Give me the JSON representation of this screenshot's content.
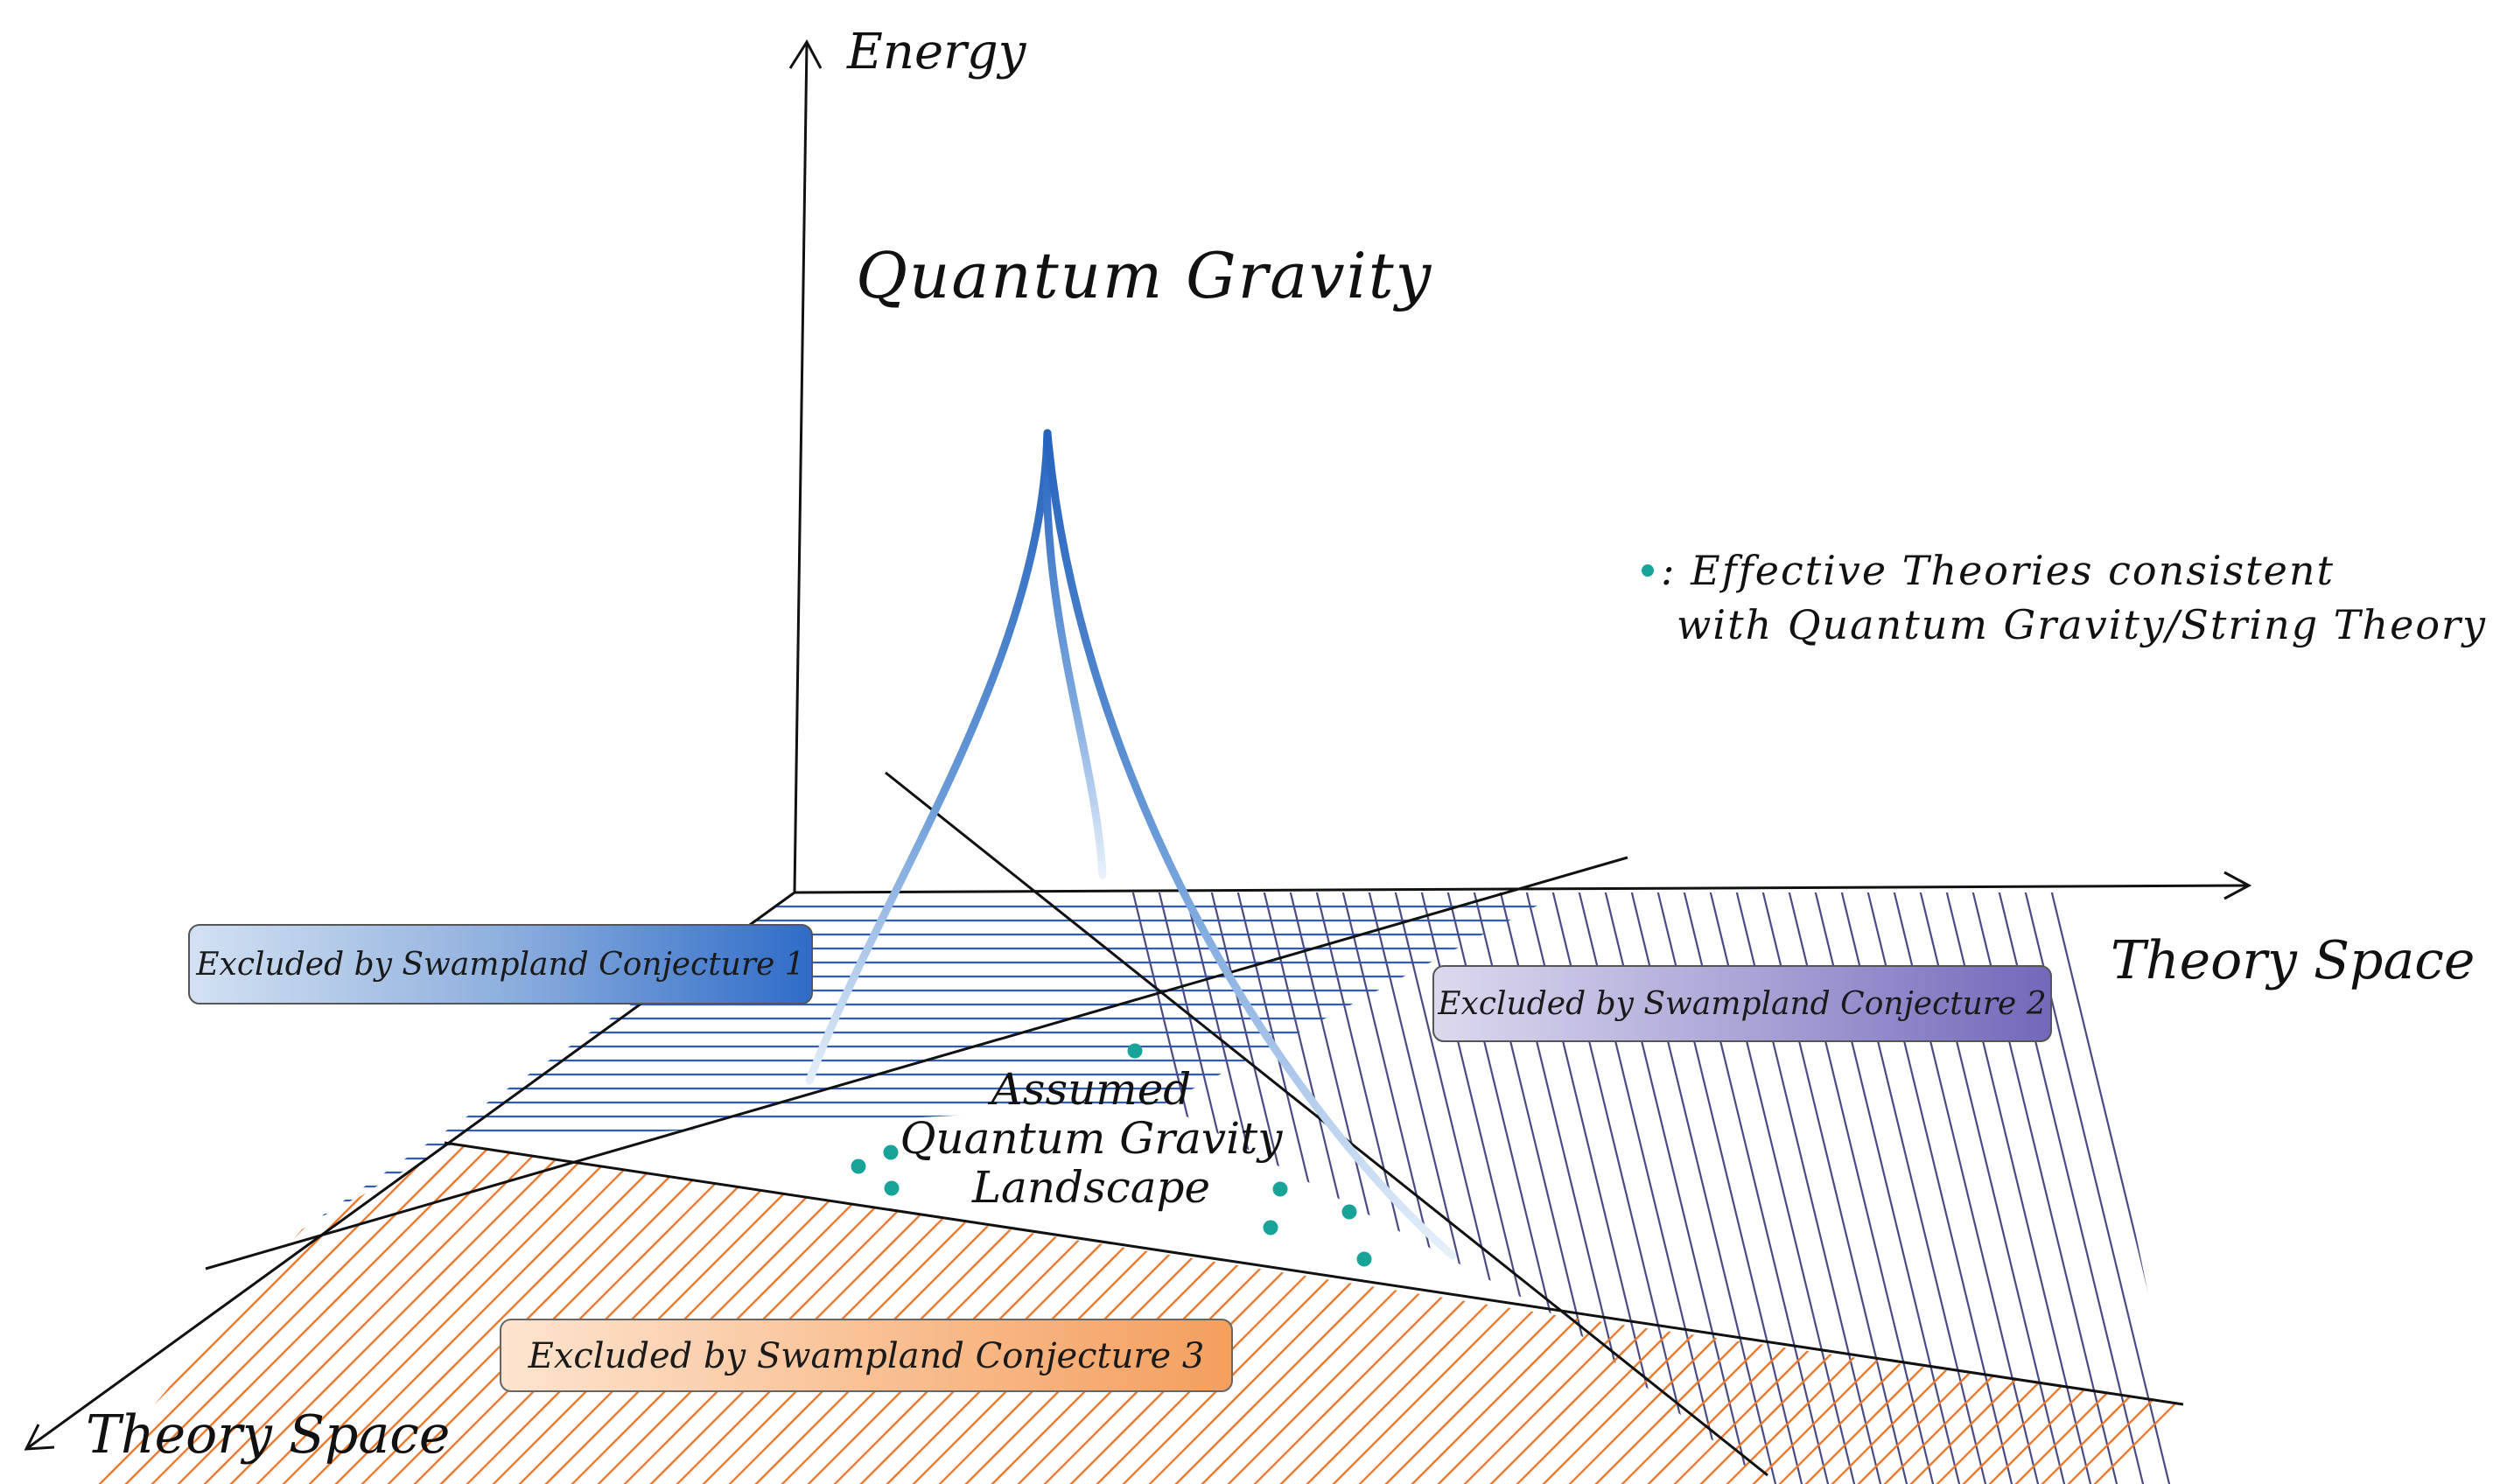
{
  "axes": {
    "energy": "Energy",
    "theory_space_right": "Theory Space",
    "theory_space_left": "Theory Space"
  },
  "title": "Quantum Gravity",
  "legend": {
    "marker_color": "#17a398",
    "line1": ": Effective Theories consistent",
    "line2": "with Quantum Gravity/String Theory"
  },
  "regions": {
    "landscape_line1": "Assumed",
    "landscape_line2": "Quantum Gravity",
    "landscape_line3": "Landscape",
    "conjecture1": "Excluded by Swampland Conjecture 1",
    "conjecture2": "Excluded by Swampland Conjecture 2",
    "conjecture3": "Excluded by Swampland Conjecture 3"
  },
  "colors": {
    "conjecture1_hatch": "#2f5bbf",
    "conjecture2_hatch": "#4a4a85",
    "conjecture3_hatch": "#ee7a2e",
    "dots": "#17a398",
    "curve": "#2e6cc4"
  },
  "effective_theories_count": 8
}
